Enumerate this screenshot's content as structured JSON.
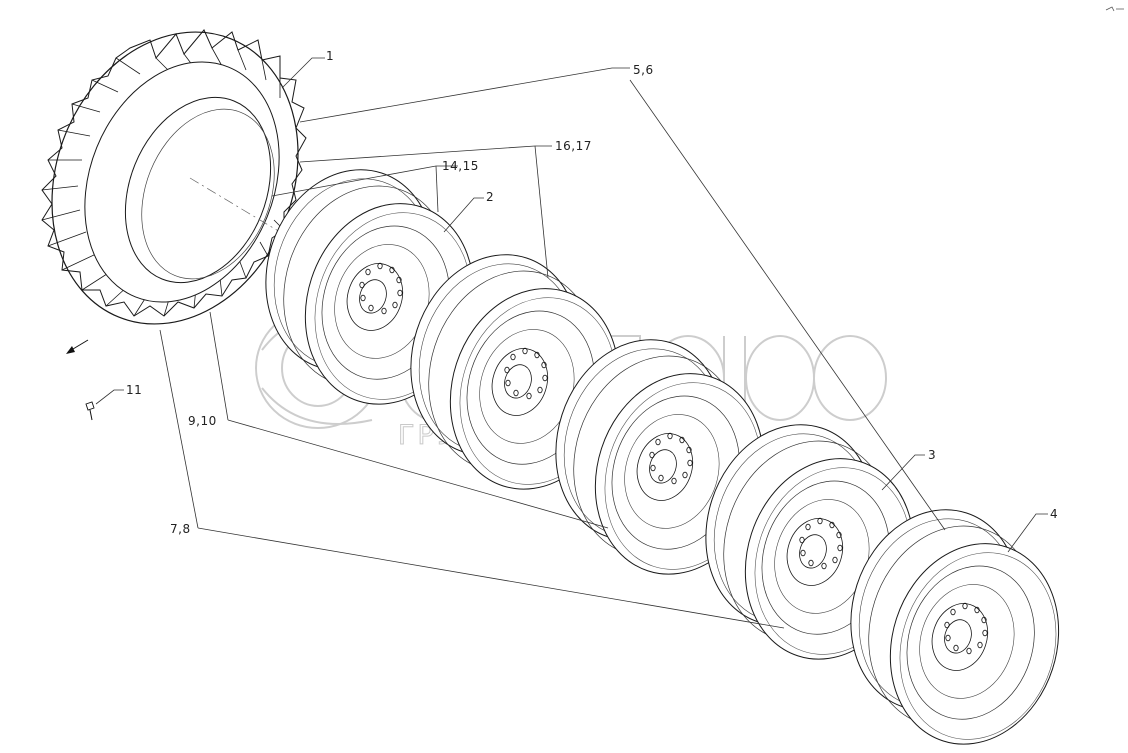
{
  "callouts": {
    "c1": "1",
    "c2": "2",
    "c3": "3",
    "c4": "4",
    "c5_6": "5,6",
    "c7_8": "7,8",
    "c9_10": "9,10",
    "c11": "11",
    "c14_15": "14,15",
    "c16_17": "16,17"
  },
  "watermark": {
    "brand": "белагро",
    "subtitle": "ГРУППА КОМПАНИЙ"
  }
}
